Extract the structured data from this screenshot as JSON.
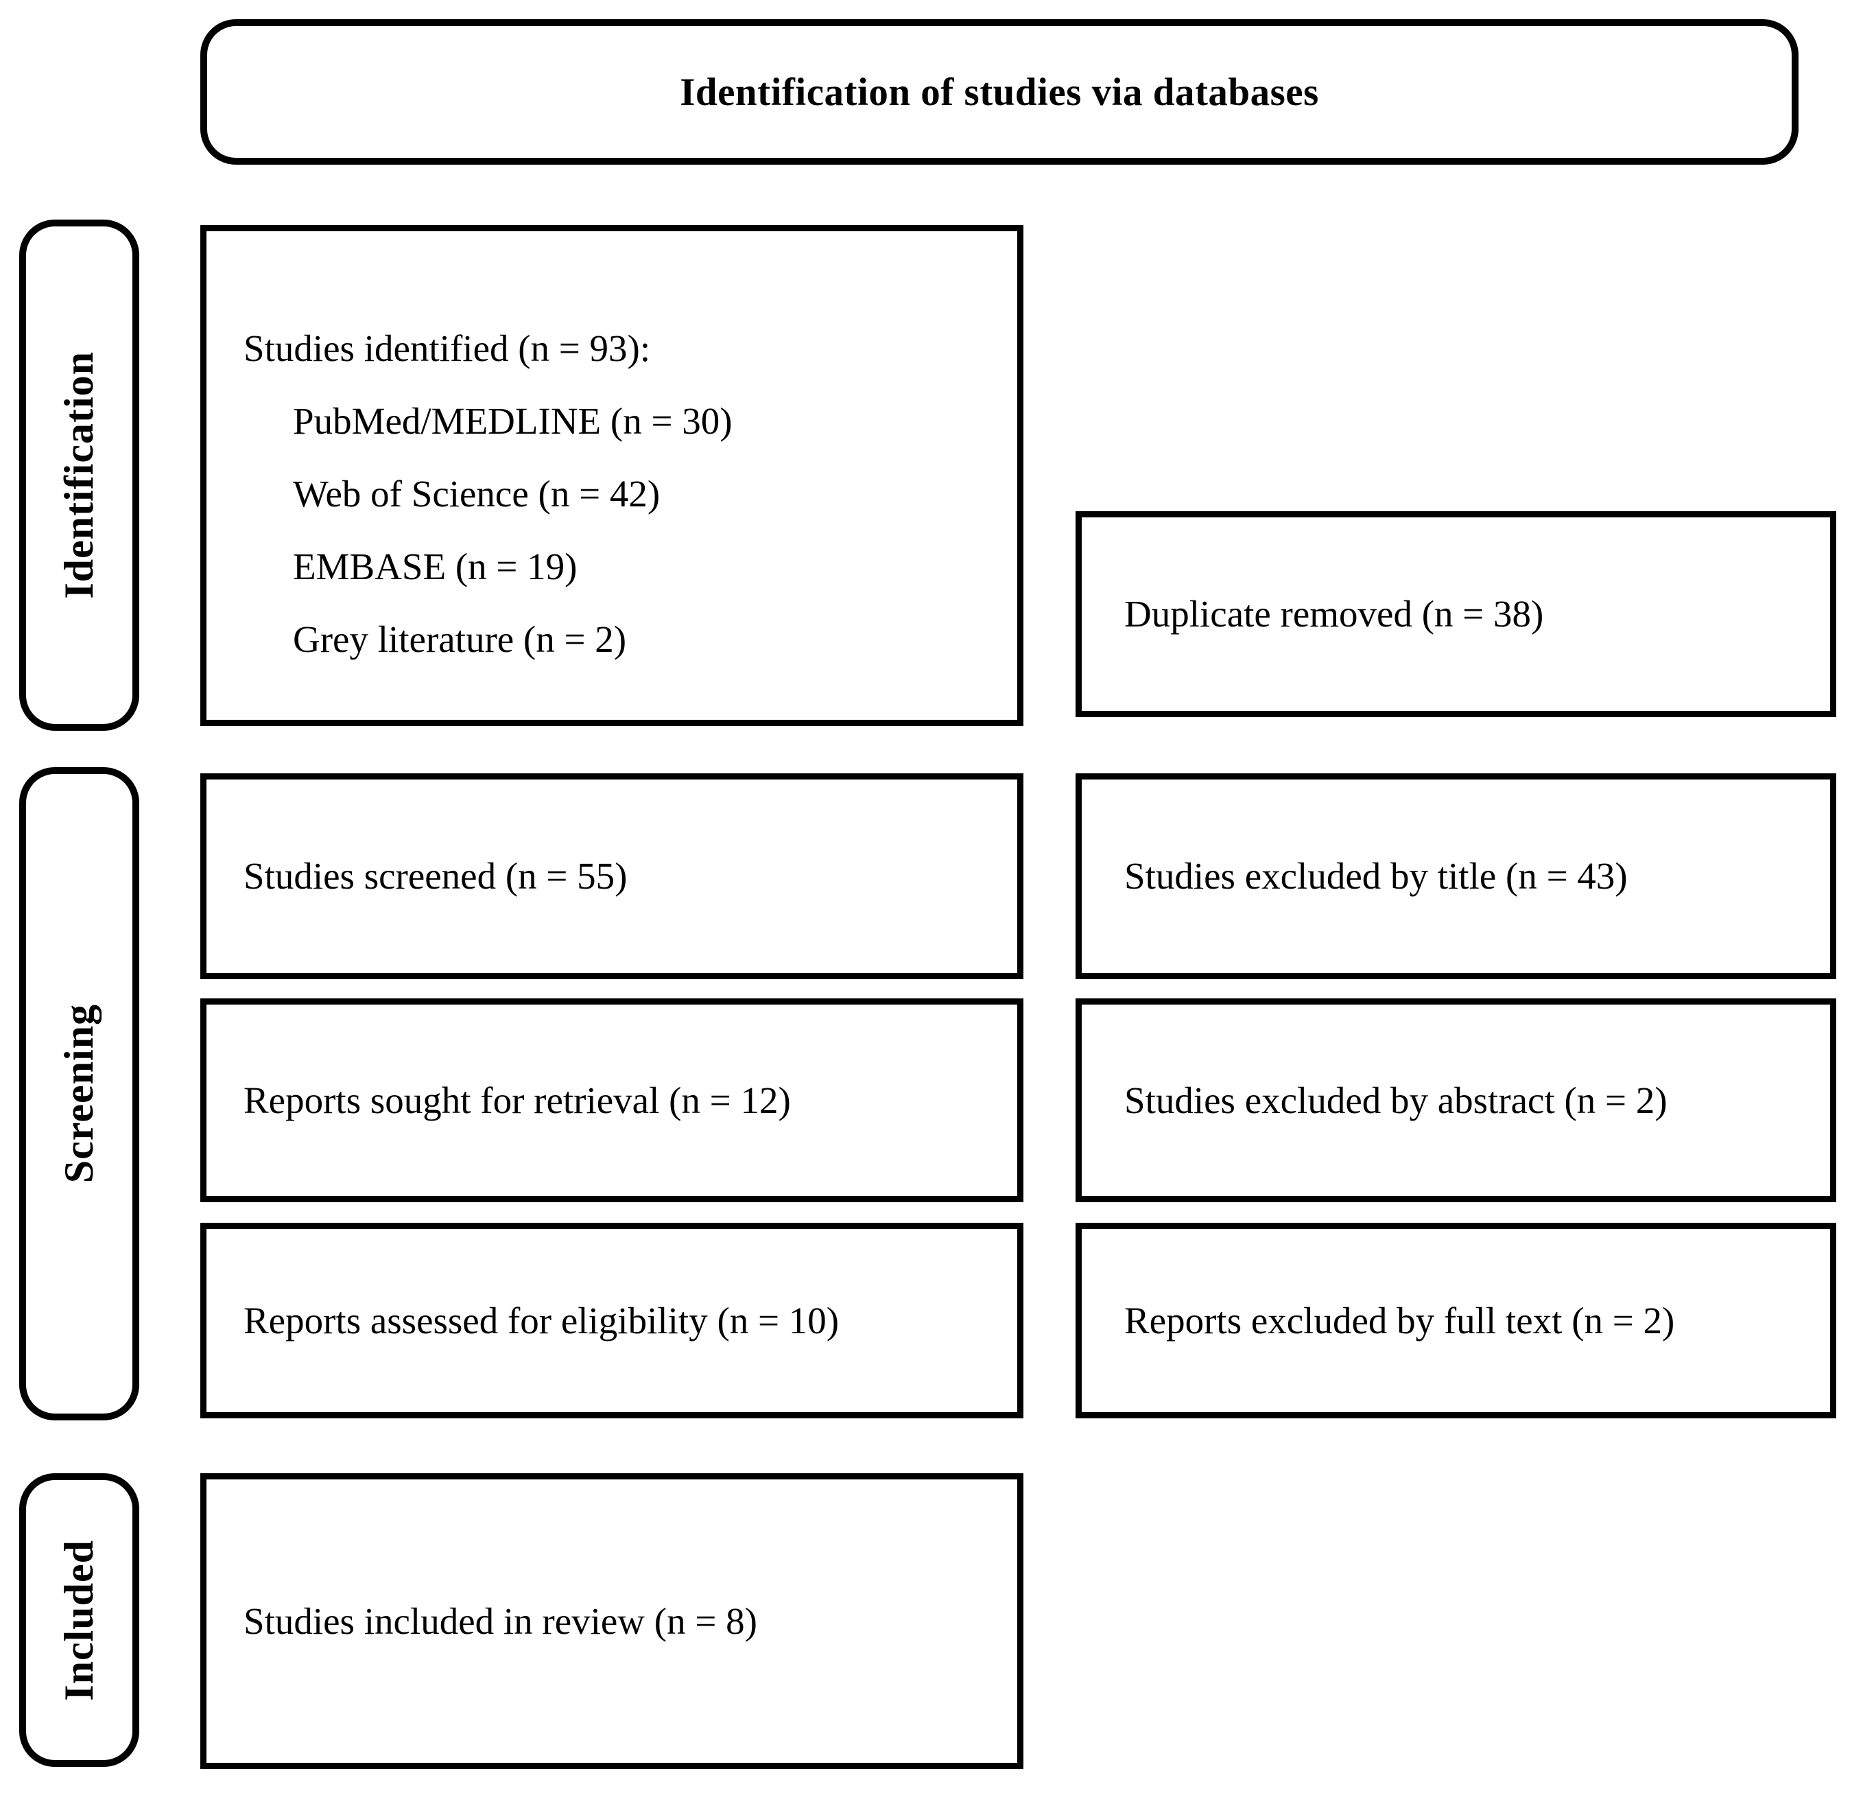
{
  "diagram": {
    "title": "Identification of studies via databases",
    "stages": [
      {
        "label": "Identification"
      },
      {
        "label": "Screening"
      },
      {
        "label": "Included"
      }
    ],
    "main_boxes": [
      {
        "lines": [
          "Studies identified (n = 93):",
          "PubMed/MEDLINE (n = 30)",
          "Web of Science (n = 42)",
          "EMBASE (n = 19)",
          "Grey literature (n = 2)"
        ]
      },
      {
        "lines": [
          "Studies screened (n = 55)"
        ]
      },
      {
        "lines": [
          "Reports sought for retrieval (n = 12)"
        ]
      },
      {
        "lines": [
          "Reports assessed for eligibility (n = 10)"
        ]
      },
      {
        "lines": [
          "Studies included in review (n = 8)"
        ]
      }
    ],
    "side_boxes": [
      {
        "text": "Duplicate removed (n = 38)"
      },
      {
        "text": "Studies excluded by title (n = 43)"
      },
      {
        "text": "Studies excluded by abstract (n = 2)"
      },
      {
        "text": "Reports excluded by full text (n = 2)"
      }
    ],
    "counts": {
      "identified_total": 93,
      "pubmed_medline": 30,
      "web_of_science": 42,
      "embase": 19,
      "grey_literature": 2,
      "duplicates_removed": 38,
      "screened": 55,
      "excluded_by_title": 43,
      "sought_for_retrieval": 12,
      "excluded_by_abstract": 2,
      "assessed_for_eligibility": 10,
      "excluded_by_full_text": 2,
      "included_in_review": 8
    },
    "colors": {
      "border": "#000000",
      "background": "#ffffff",
      "text": "#000000"
    }
  }
}
